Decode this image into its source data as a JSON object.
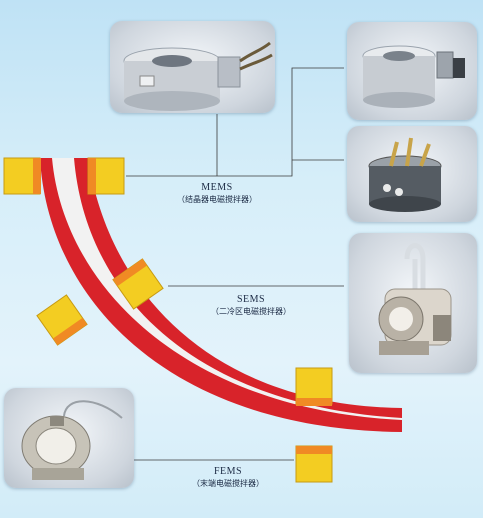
{
  "labels": {
    "mems": {
      "name": "MEMS",
      "sub": "（结晶器电磁搅拌器）"
    },
    "sems": {
      "name": "SEMS",
      "sub": "（二冷区电磁搅拌器）"
    },
    "fems": {
      "name": "FEMS",
      "sub": "（末端电磁搅拌器）"
    }
  },
  "colors": {
    "strand_shell": "#d8232a",
    "strand_core": "#f2f2f2",
    "stirrer_block": "#f3cd22",
    "stirrer_inner": "#f08a24",
    "leader_line": "#3a3a3a"
  },
  "icons": {
    "mold_stirrer": "mold-stirrer-photo",
    "secondary_stirrer": "secondary-stirrer-photo",
    "final_stirrer": "final-stirrer-photo"
  }
}
